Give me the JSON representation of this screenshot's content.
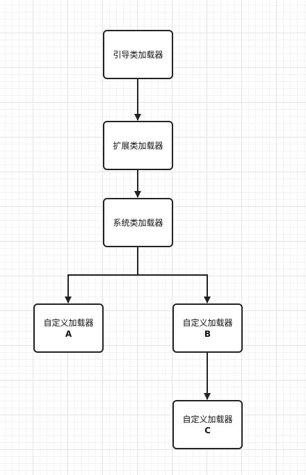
{
  "nodes": {
    "bootstrap": {
      "label": "引导类加载器"
    },
    "extension": {
      "label": "扩展类加载器"
    },
    "system": {
      "label": "系统类加载器"
    },
    "custom_a": {
      "label": "自定义加载器",
      "sub": "A"
    },
    "custom_b": {
      "label": "自定义加载器",
      "sub": "B"
    },
    "custom_c": {
      "label": "自定义加载器",
      "sub": "C"
    }
  },
  "edges": [
    {
      "from": "bootstrap",
      "to": "extension"
    },
    {
      "from": "extension",
      "to": "system"
    },
    {
      "from": "system",
      "to": "custom_a"
    },
    {
      "from": "system",
      "to": "custom_b"
    },
    {
      "from": "custom_b",
      "to": "custom_c"
    }
  ]
}
